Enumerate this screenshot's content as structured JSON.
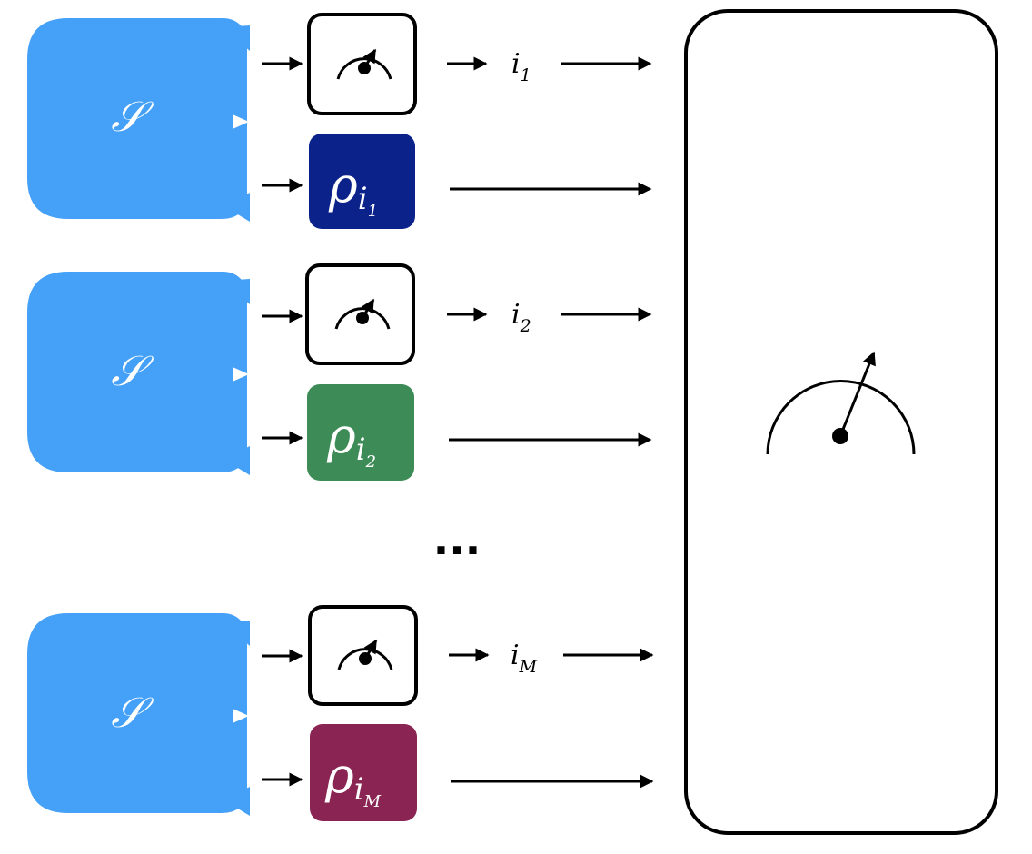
{
  "diagram": {
    "source_label": "𝒮",
    "ellipsis": "...",
    "rows": [
      {
        "index_base": "i",
        "index_sub": "1",
        "state_base": "ρ",
        "state_sub": "i",
        "state_subsub": "1",
        "state_color": "#0b228a"
      },
      {
        "index_base": "i",
        "index_sub": "2",
        "state_base": "ρ",
        "state_sub": "i",
        "state_subsub": "2",
        "state_color": "#3d8b56"
      },
      {
        "index_base": "i",
        "index_sub": "M",
        "state_base": "ρ",
        "state_sub": "i",
        "state_subsub": "M",
        "state_color": "#8a2452"
      }
    ],
    "colors": {
      "source_blue": "#45a1f7",
      "stroke": "#000000"
    },
    "icons": {
      "small_meter": "measurement-meter-icon",
      "big_meter": "joint-measurement-meter-icon"
    }
  }
}
